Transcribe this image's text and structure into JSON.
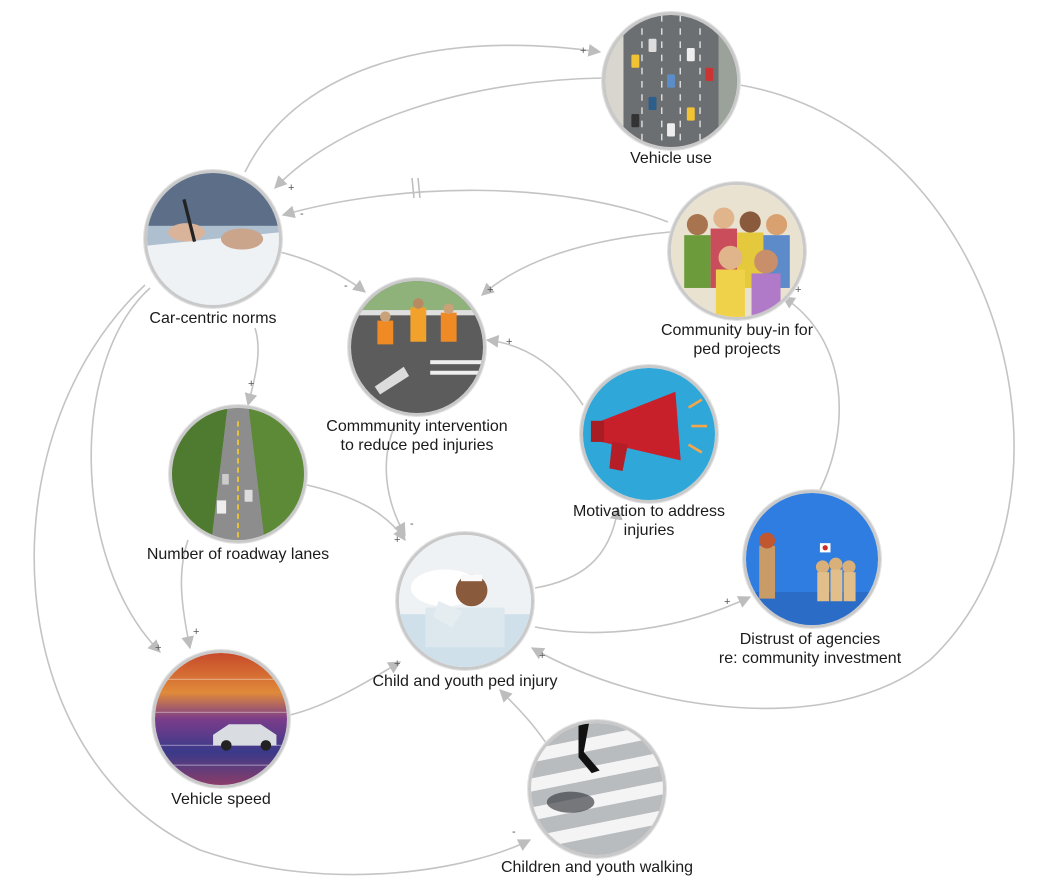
{
  "colors": {
    "edge": "#bdbdbd",
    "bubble_border": "#c9c9c9",
    "label": "#1b1b1b"
  },
  "nodes": {
    "vehicle_use": {
      "label": [
        "Vehicle use"
      ],
      "icon": "highway-traffic-photo"
    },
    "car_centric": {
      "label": [
        "Car-centric norms"
      ],
      "icon": "signing-document-photo"
    },
    "community_buyin": {
      "label": [
        "Community buy-in for",
        "ped projects"
      ],
      "icon": "community-crowd-illustration"
    },
    "intervention": {
      "label": [
        "Commmunity intervention",
        "to reduce ped injuries"
      ],
      "icon": "road-workers-photo"
    },
    "motivation": {
      "label": [
        "Motivation to address",
        "injuries"
      ],
      "icon": "megaphone-icon"
    },
    "roadway_lanes": {
      "label": [
        "Number of roadway lanes"
      ],
      "icon": "tree-lined-road-photo"
    },
    "distrust": {
      "label": [
        "Distrust of agencies",
        "re: community investment"
      ],
      "icon": "wooden-figures-photo"
    },
    "child_injury": {
      "label": [
        "Child and youth ped injury"
      ],
      "icon": "injured-child-photo"
    },
    "vehicle_speed": {
      "label": [
        "Vehicle speed"
      ],
      "icon": "speeding-car-photo"
    },
    "children_walking": {
      "label": [
        "Children and youth walking"
      ],
      "icon": "crosswalk-walker-photo"
    }
  },
  "edge_signs": {
    "vehicle_use_loop": "+",
    "vehicle_use_to_norms": "+",
    "buyin_to_norms": "-",
    "norms_to_intervention": "-",
    "buyin_to_intervention": "+",
    "motivation_to_intervention": "+",
    "norms_to_lanes": "+",
    "intervention_to_injury": "-",
    "lanes_to_injury": "+",
    "lanes_to_speed": "+",
    "norms_to_speed": "+",
    "speed_to_injury": "+",
    "injury_to_distrust": "+",
    "distrust_to_buyin": "+",
    "vehicle_use_to_injury": "+",
    "norms_to_walking": "-"
  }
}
